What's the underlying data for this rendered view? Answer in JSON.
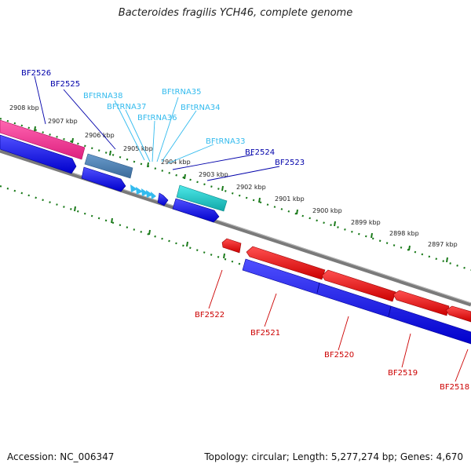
{
  "title": "Bacteroides fragilis YCH46, complete genome",
  "footer": {
    "accession": "Accession: NC_006347",
    "summary": "Topology: circular; Length: 5,277,274 bp; Genes: 4,670"
  },
  "colors": {
    "backbone": "#7a7a7a",
    "tick": "#1a7a1a",
    "forward_cds": "#0000ee",
    "reverse_cds": "#ee0000",
    "pink_feature": "#ee2f8f",
    "steel_feature": "#4a80b0",
    "teal_feature": "#1ec8c8",
    "trna": "#33bbee",
    "label_forward": "#0000aa",
    "label_reverse": "#cc0000",
    "label_trna": "#33bbee"
  },
  "ruler": [
    {
      "label": "2908 kbp"
    },
    {
      "label": "2907 kbp"
    },
    {
      "label": "2906 kbp"
    },
    {
      "label": "2905 kbp"
    },
    {
      "label": "2904 kbp"
    },
    {
      "label": "2903 kbp"
    },
    {
      "label": "2902 kbp"
    },
    {
      "label": "2901 kbp"
    },
    {
      "label": "2900 kbp"
    },
    {
      "label": "2899 kbp"
    },
    {
      "label": "2898 kbp"
    },
    {
      "label": "2897 kbp"
    }
  ],
  "labels": {
    "BF2526": "BF2526",
    "BF2525": "BF2525",
    "BFtRNA38": "BFtRNA38",
    "BFtRNA37": "BFtRNA37",
    "BFtRNA36": "BFtRNA36",
    "BFtRNA35": "BFtRNA35",
    "BFtRNA34": "BFtRNA34",
    "BFtRNA33": "BFtRNA33",
    "BF2524": "BF2524",
    "BF2523": "BF2523",
    "BF2522": "BF2522",
    "BF2521": "BF2521",
    "BF2520": "BF2520",
    "BF2519": "BF2519",
    "BF2518": "BF2518"
  }
}
